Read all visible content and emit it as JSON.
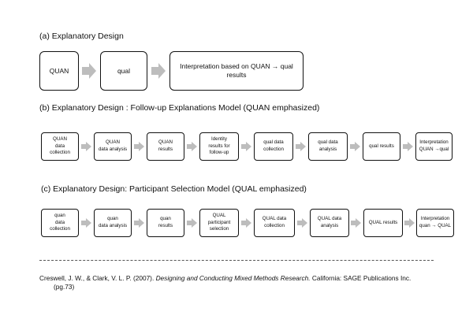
{
  "sections": [
    {
      "heading": "(a) Explanatory Design",
      "boxes": [
        "QUAN",
        "qual",
        "Interpretation based on QUAN → qual\nresults"
      ]
    },
    {
      "heading": "(b) Explanatory Design : Follow-up Explanations Model (QUAN emphasized)",
      "boxes": [
        "QUAN\ndata\ncollection",
        "QUAN\ndata analysis",
        "QUAN\nresults",
        "Identity\nresults for\nfollow-up",
        "qual data\ncollection",
        "qual data\nanalysis",
        "qual results",
        "Interpretation\nQUAN →qual"
      ]
    },
    {
      "heading": "(c) Explanatory Design: Participant Selection Model (QUAL emphasized)",
      "boxes": [
        "quan\ndata\ncollection",
        "quan\ndata analysis",
        "quan\nresults",
        "QUAL\nparticipant\nselection",
        "QUAL data\ncollection",
        "QUAL data\nanalysis",
        "QUAL  results",
        "Interpretation\nquan → QUAL"
      ]
    }
  ],
  "citation": {
    "authors": "Creswell, J. W., & Clark, V. L. P. (2007). ",
    "title": "Designing and Conducting Mixed Methods Research.",
    "publisher": " California: SAGE Publications Inc.",
    "pages": "(pg.73)"
  },
  "colors": {
    "arrow": "#bdbdbd",
    "border": "#111111"
  }
}
